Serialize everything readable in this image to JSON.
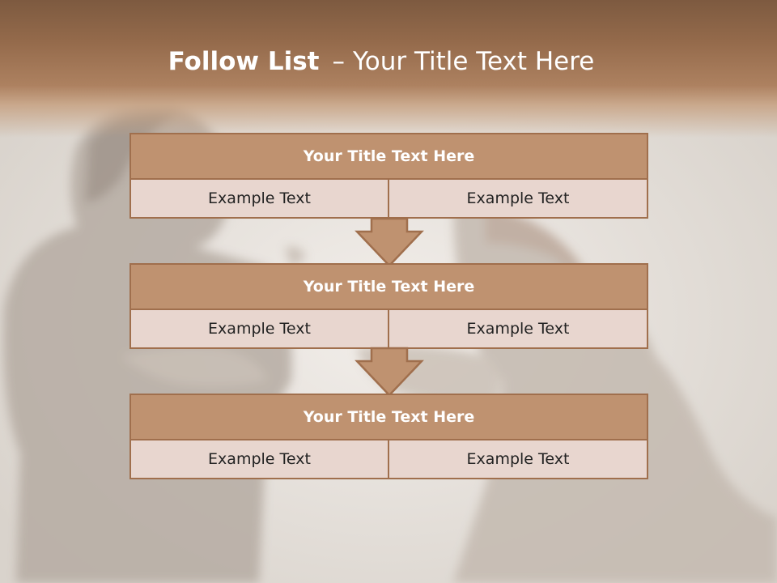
{
  "title": {
    "strong": "Follow List",
    "separator": "–",
    "rest": "Your Title Text Here"
  },
  "blocks": [
    {
      "title": "Your Title Text Here",
      "left": "Example Text",
      "right": "Example Text"
    },
    {
      "title": "Your Title Text Here",
      "left": "Example Text",
      "right": "Example Text"
    },
    {
      "title": "Your Title Text Here",
      "left": "Example Text",
      "right": "Example Text"
    }
  ],
  "background": {
    "description_icon": "two-people-arguing-photo",
    "header_color": "#8a6145"
  },
  "colors": {
    "title_fill": "#bf9270",
    "cell_fill": "#e8d6cf",
    "border": "#a06f4d",
    "arrow_fill": "#bf9270"
  }
}
